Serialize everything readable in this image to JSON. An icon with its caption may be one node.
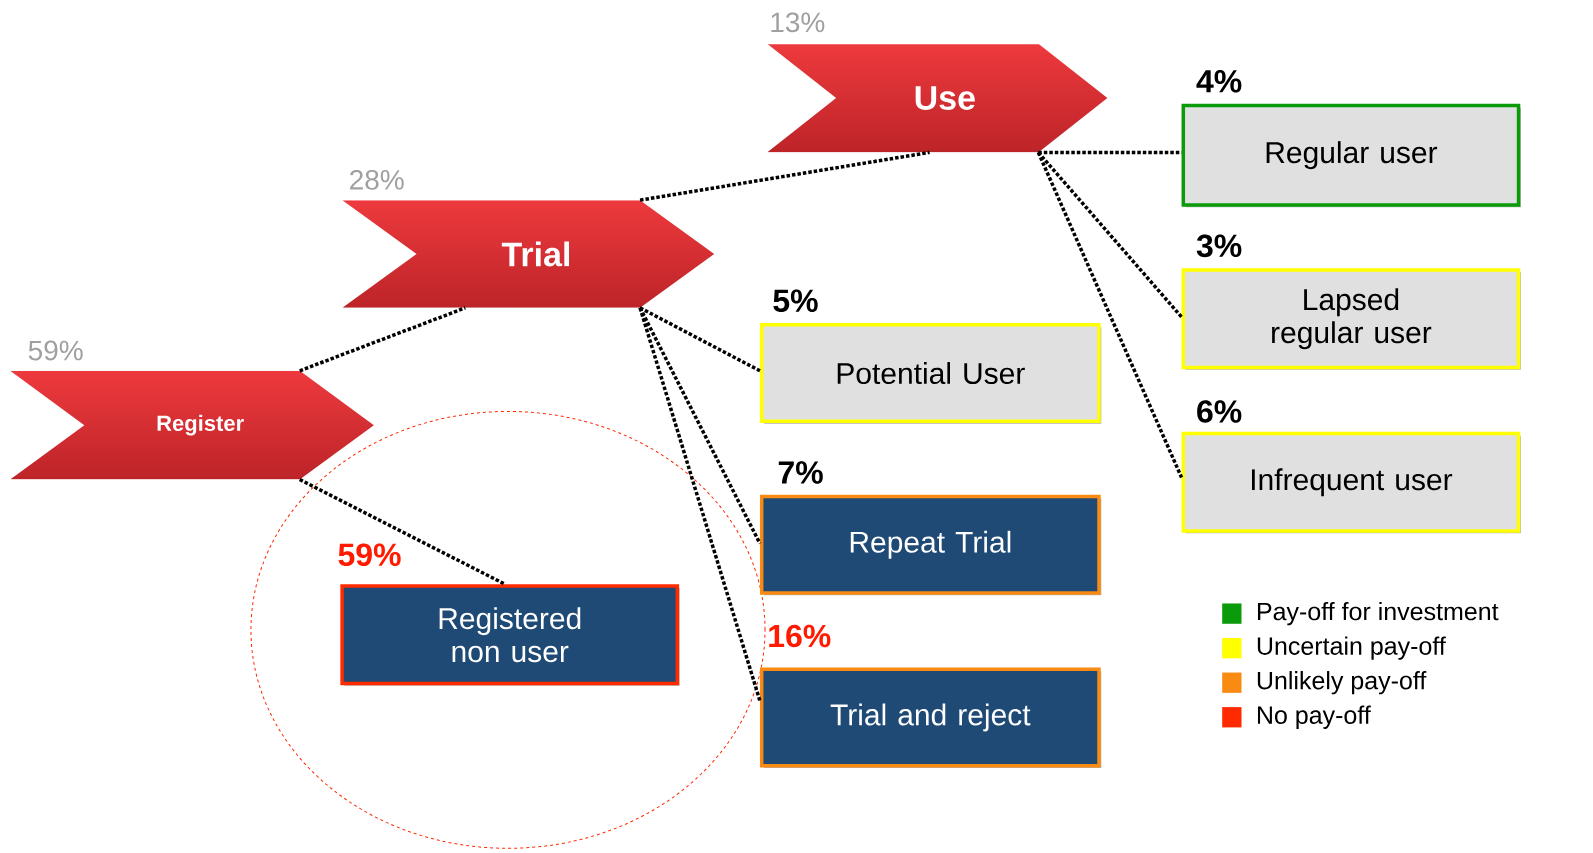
{
  "diagram": {
    "nodes": [
      {
        "text": [
          "Register"
        ],
        "beside": [
          "59%"
        ]
      },
      {
        "text": [
          "Trial"
        ],
        "beside": [
          "28%"
        ]
      },
      {
        "text": [
          "Use"
        ],
        "beside": [
          "13%"
        ]
      },
      {
        "text": [
          "Regular user"
        ],
        "beside": [
          "4%"
        ]
      },
      {
        "text": [
          "Lapsed regular user"
        ],
        "beside": [
          "3%"
        ]
      },
      {
        "text": [
          "Infrequent user"
        ],
        "beside": [
          "6%"
        ]
      },
      {
        "text": [
          "Potential User"
        ],
        "beside": [
          "5%"
        ]
      },
      {
        "text": [
          "Repeat Trial"
        ],
        "beside": [
          "7%"
        ]
      },
      {
        "text": [
          "Trial and reject"
        ],
        "beside": [
          "16%"
        ]
      },
      {
        "text": [
          "Registered non user"
        ],
        "beside": [
          "59%"
        ]
      }
    ],
    "edges": [
      {
        "from": 0,
        "to": 1,
        "arrow": "none"
      },
      {
        "from": 1,
        "to": 2,
        "arrow": "none"
      },
      {
        "from": 2,
        "to": 3,
        "arrow": "none"
      },
      {
        "from": 2,
        "to": 4,
        "arrow": "none"
      },
      {
        "from": 2,
        "to": 5,
        "arrow": "none"
      },
      {
        "from": 1,
        "to": 6,
        "arrow": "none"
      },
      {
        "from": 1,
        "to": 7,
        "arrow": "none"
      },
      {
        "from": 1,
        "to": 8,
        "arrow": "none"
      },
      {
        "from": 0,
        "to": 9,
        "arrow": "none"
      }
    ],
    "legend": [
      {
        "text": "Pay-off for investment",
        "color": "#0a9a0a"
      },
      {
        "text": "Uncertain pay-off",
        "color": "#ffff00"
      },
      {
        "text": "Unlikely pay-off",
        "color": "#f98a12"
      },
      {
        "text": "No pay-off",
        "color": "#ff2a00"
      }
    ]
  }
}
